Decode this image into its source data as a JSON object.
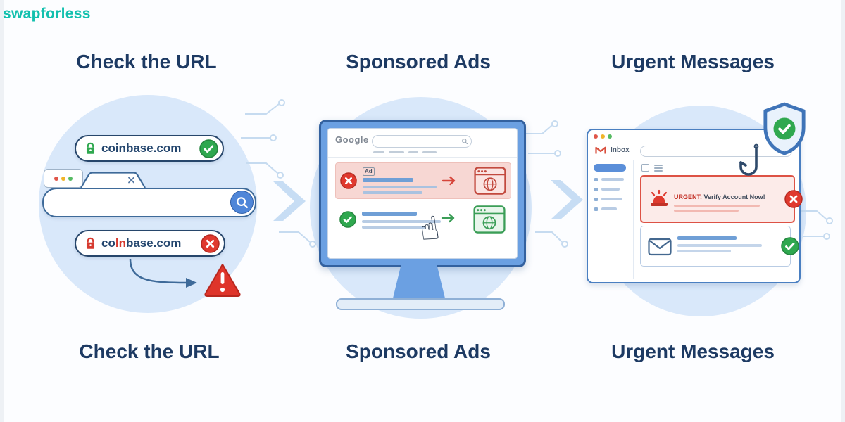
{
  "brand": {
    "name": "swapforless"
  },
  "titles": {
    "url": "Check the URL",
    "ads": "Sponsored Ads",
    "messages": "Urgent Messages"
  },
  "url_panel": {
    "legit_domain": "coinbase.com",
    "fake_domain_pre": "co",
    "fake_domain_typo": "ln",
    "fake_domain_post": "base.com"
  },
  "ads_panel": {
    "search_engine": "Google",
    "ad_badge": "Ad"
  },
  "messages_panel": {
    "inbox_label": "Inbox",
    "urgent_subject_prefix": "URGENT:",
    "urgent_subject_rest": " Verify Account Now!"
  },
  "colors": {
    "brand_teal": "#13c0ae",
    "title_navy": "#1d3a63",
    "accent_blue": "#4a7fc1",
    "panel_blue": "#d9e8fa",
    "alert_red": "#df352b",
    "success_green": "#2fa84f"
  }
}
